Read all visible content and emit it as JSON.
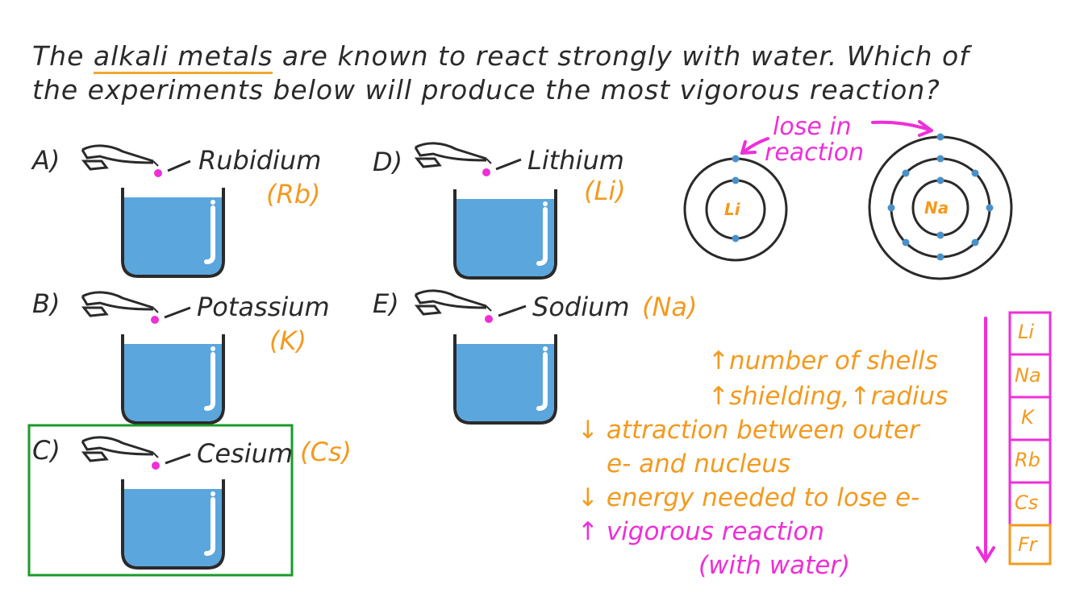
{
  "question": {
    "line1_pre": "The ",
    "line1_highlight": "alkali metals",
    "line1_post": " are known to react strongly with water. Which of",
    "line2": "the experiments below will produce the most vigorous reaction?"
  },
  "experiments": [
    {
      "letter": "A)",
      "element": "Rubidium",
      "symbol": "(Rb)"
    },
    {
      "letter": "B)",
      "element": "Potassium",
      "symbol": "(K)"
    },
    {
      "letter": "C)",
      "element": "Cesium",
      "symbol": "(Cs)"
    },
    {
      "letter": "D)",
      "element": "Lithium",
      "symbol": "(Li)"
    },
    {
      "letter": "E)",
      "element": "Sodium",
      "symbol": "(Na)"
    }
  ],
  "atoms": {
    "annotation_line1": "lose in",
    "annotation_line2": "reaction",
    "li_label": "Li",
    "na_label": "Na"
  },
  "explanation": {
    "line1": "↑number of shells",
    "line2": "↑shielding,↑radius",
    "line3": "↓ attraction between outer",
    "line4": "e- and nucleus",
    "line5": "↓ energy needed to lose e-",
    "line6": "↑ vigorous reaction",
    "line7": "(with water)"
  },
  "group_column": [
    "Li",
    "Na",
    "K",
    "Rb",
    "Cs",
    "Fr"
  ],
  "colors": {
    "water": "#5aa6dd",
    "pink": "#ee2fd8",
    "orange": "#f39a1f",
    "green": "#1a9a2a",
    "ink": "#2a2a2a"
  }
}
